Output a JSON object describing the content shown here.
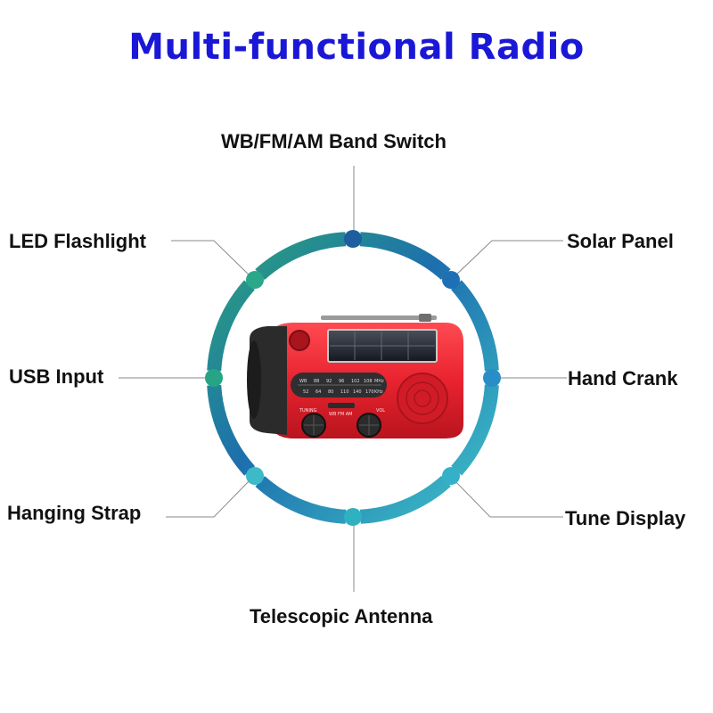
{
  "title": "Multi-functional Radio",
  "features": {
    "band_switch": "WB/FM/AM Band Switch",
    "led_flashlight": "LED Flashlight",
    "solar_panel": "Solar Panel",
    "usb_input": "USB Input",
    "hand_crank": "Hand Crank",
    "hanging_strap": "Hanging Strap",
    "tune_display": "Tune Display",
    "telescopic_antenna": "Telescopic Antenna"
  },
  "radio": {
    "dial_top": [
      "WB",
      "88",
      "92",
      "96",
      "102",
      "108",
      "MHz"
    ],
    "dial_bottom": [
      "52",
      "64",
      "80",
      "110",
      "140",
      "170",
      "KHz"
    ],
    "left_knob_label": "TUNING",
    "right_knob_label": "VOL",
    "switch_label": "WB FM AM"
  },
  "colors": {
    "title": "#1a18d6",
    "ring_top": "#1d5f9e",
    "ring_left": "#2cb08a",
    "ring_right": "#1f7cc4",
    "ring_bottom": "#30b8c4",
    "radio_body": "#e8232f",
    "radio_dark": "#2b2b2b"
  }
}
